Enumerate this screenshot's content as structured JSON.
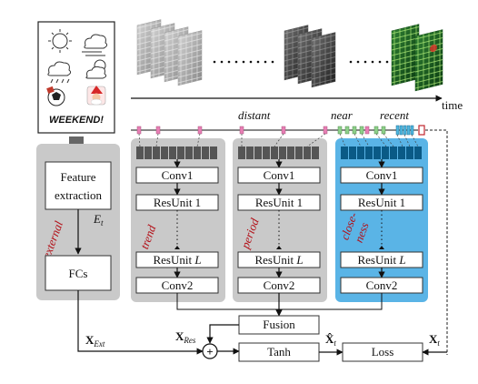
{
  "context_panel": {
    "weekend_text": "WEEKEND!",
    "feature_extraction": [
      "Feature",
      "extraction"
    ],
    "e_label": "E",
    "e_sub": "t",
    "external_label": "external",
    "fcs_label": "FCs"
  },
  "timeline": {
    "time_label": "time",
    "distant_label": "distant",
    "near_label": "near",
    "recent_label": "recent"
  },
  "branches": [
    {
      "name": "trend",
      "side_label": [
        "trend"
      ],
      "conv1": "Conv1",
      "res1": "ResUnit 1",
      "resL": "ResUnit",
      "resL_italic": "L",
      "conv2": "Conv2"
    },
    {
      "name": "period",
      "side_label": [
        "period"
      ],
      "conv1": "Conv1",
      "res1": "ResUnit 1",
      "resL": "ResUnit",
      "resL_italic": "L",
      "conv2": "Conv2"
    },
    {
      "name": "closeness",
      "side_label": [
        "close-",
        "ness"
      ],
      "conv1": "Conv1",
      "res1": "ResUnit 1",
      "resL": "ResUnit",
      "resL_italic": "L",
      "conv2": "Conv2"
    }
  ],
  "fusion": {
    "fusion_label": "Fusion",
    "tanh_label": "Tanh",
    "loss_label": "Loss",
    "x_ext": "X",
    "x_ext_sub": "Ext",
    "x_res": "X",
    "x_res_sub": "Res",
    "x_hat": "X̂",
    "x_hat_sub": "t",
    "x_t": "X",
    "x_t_sub": "t",
    "plus_symbol": "+"
  },
  "colors": {
    "gray_panel": "#c9c9c9",
    "blue_panel": "#5ab4e6",
    "red_label": "#b30f17",
    "pink_marker": "#e87fb5",
    "green_marker": "#8ed08a",
    "cyan_marker": "#4fb7e0"
  }
}
